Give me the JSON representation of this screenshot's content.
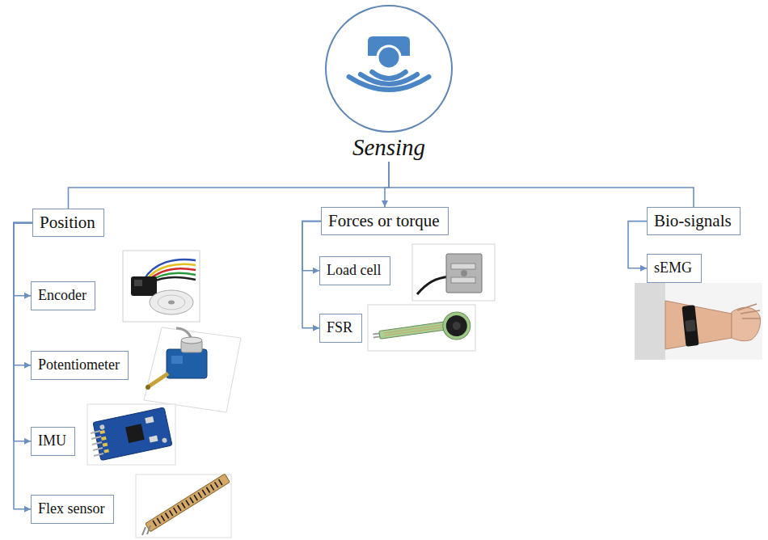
{
  "diagram": {
    "nodes": [
      {
        "text": [
          "Sensing"
        ]
      },
      {
        "text": [
          "Position"
        ]
      },
      {
        "text": [
          "Forces or torque"
        ]
      },
      {
        "text": [
          "Bio-signals"
        ]
      },
      {
        "text": [
          "Encoder"
        ]
      },
      {
        "text": [
          "Potentiometer"
        ]
      },
      {
        "text": [
          "IMU"
        ]
      },
      {
        "text": [
          "Flex sensor"
        ]
      },
      {
        "text": [
          "Load cell"
        ]
      },
      {
        "text": [
          "FSR"
        ]
      },
      {
        "text": [
          "sEMG"
        ]
      }
    ],
    "edges": [
      {
        "from": 0,
        "to": 1,
        "arrow": "none"
      },
      {
        "from": 0,
        "to": 2,
        "arrow": "to"
      },
      {
        "from": 0,
        "to": 3,
        "arrow": "none"
      },
      {
        "from": 1,
        "to": 4,
        "arrow": "to"
      },
      {
        "from": 1,
        "to": 5,
        "arrow": "to"
      },
      {
        "from": 1,
        "to": 6,
        "arrow": "to"
      },
      {
        "from": 1,
        "to": 7,
        "arrow": "to"
      },
      {
        "from": 2,
        "to": 8,
        "arrow": "to"
      },
      {
        "from": 2,
        "to": 9,
        "arrow": "to"
      },
      {
        "from": 3,
        "to": 10,
        "arrow": "to"
      }
    ]
  }
}
